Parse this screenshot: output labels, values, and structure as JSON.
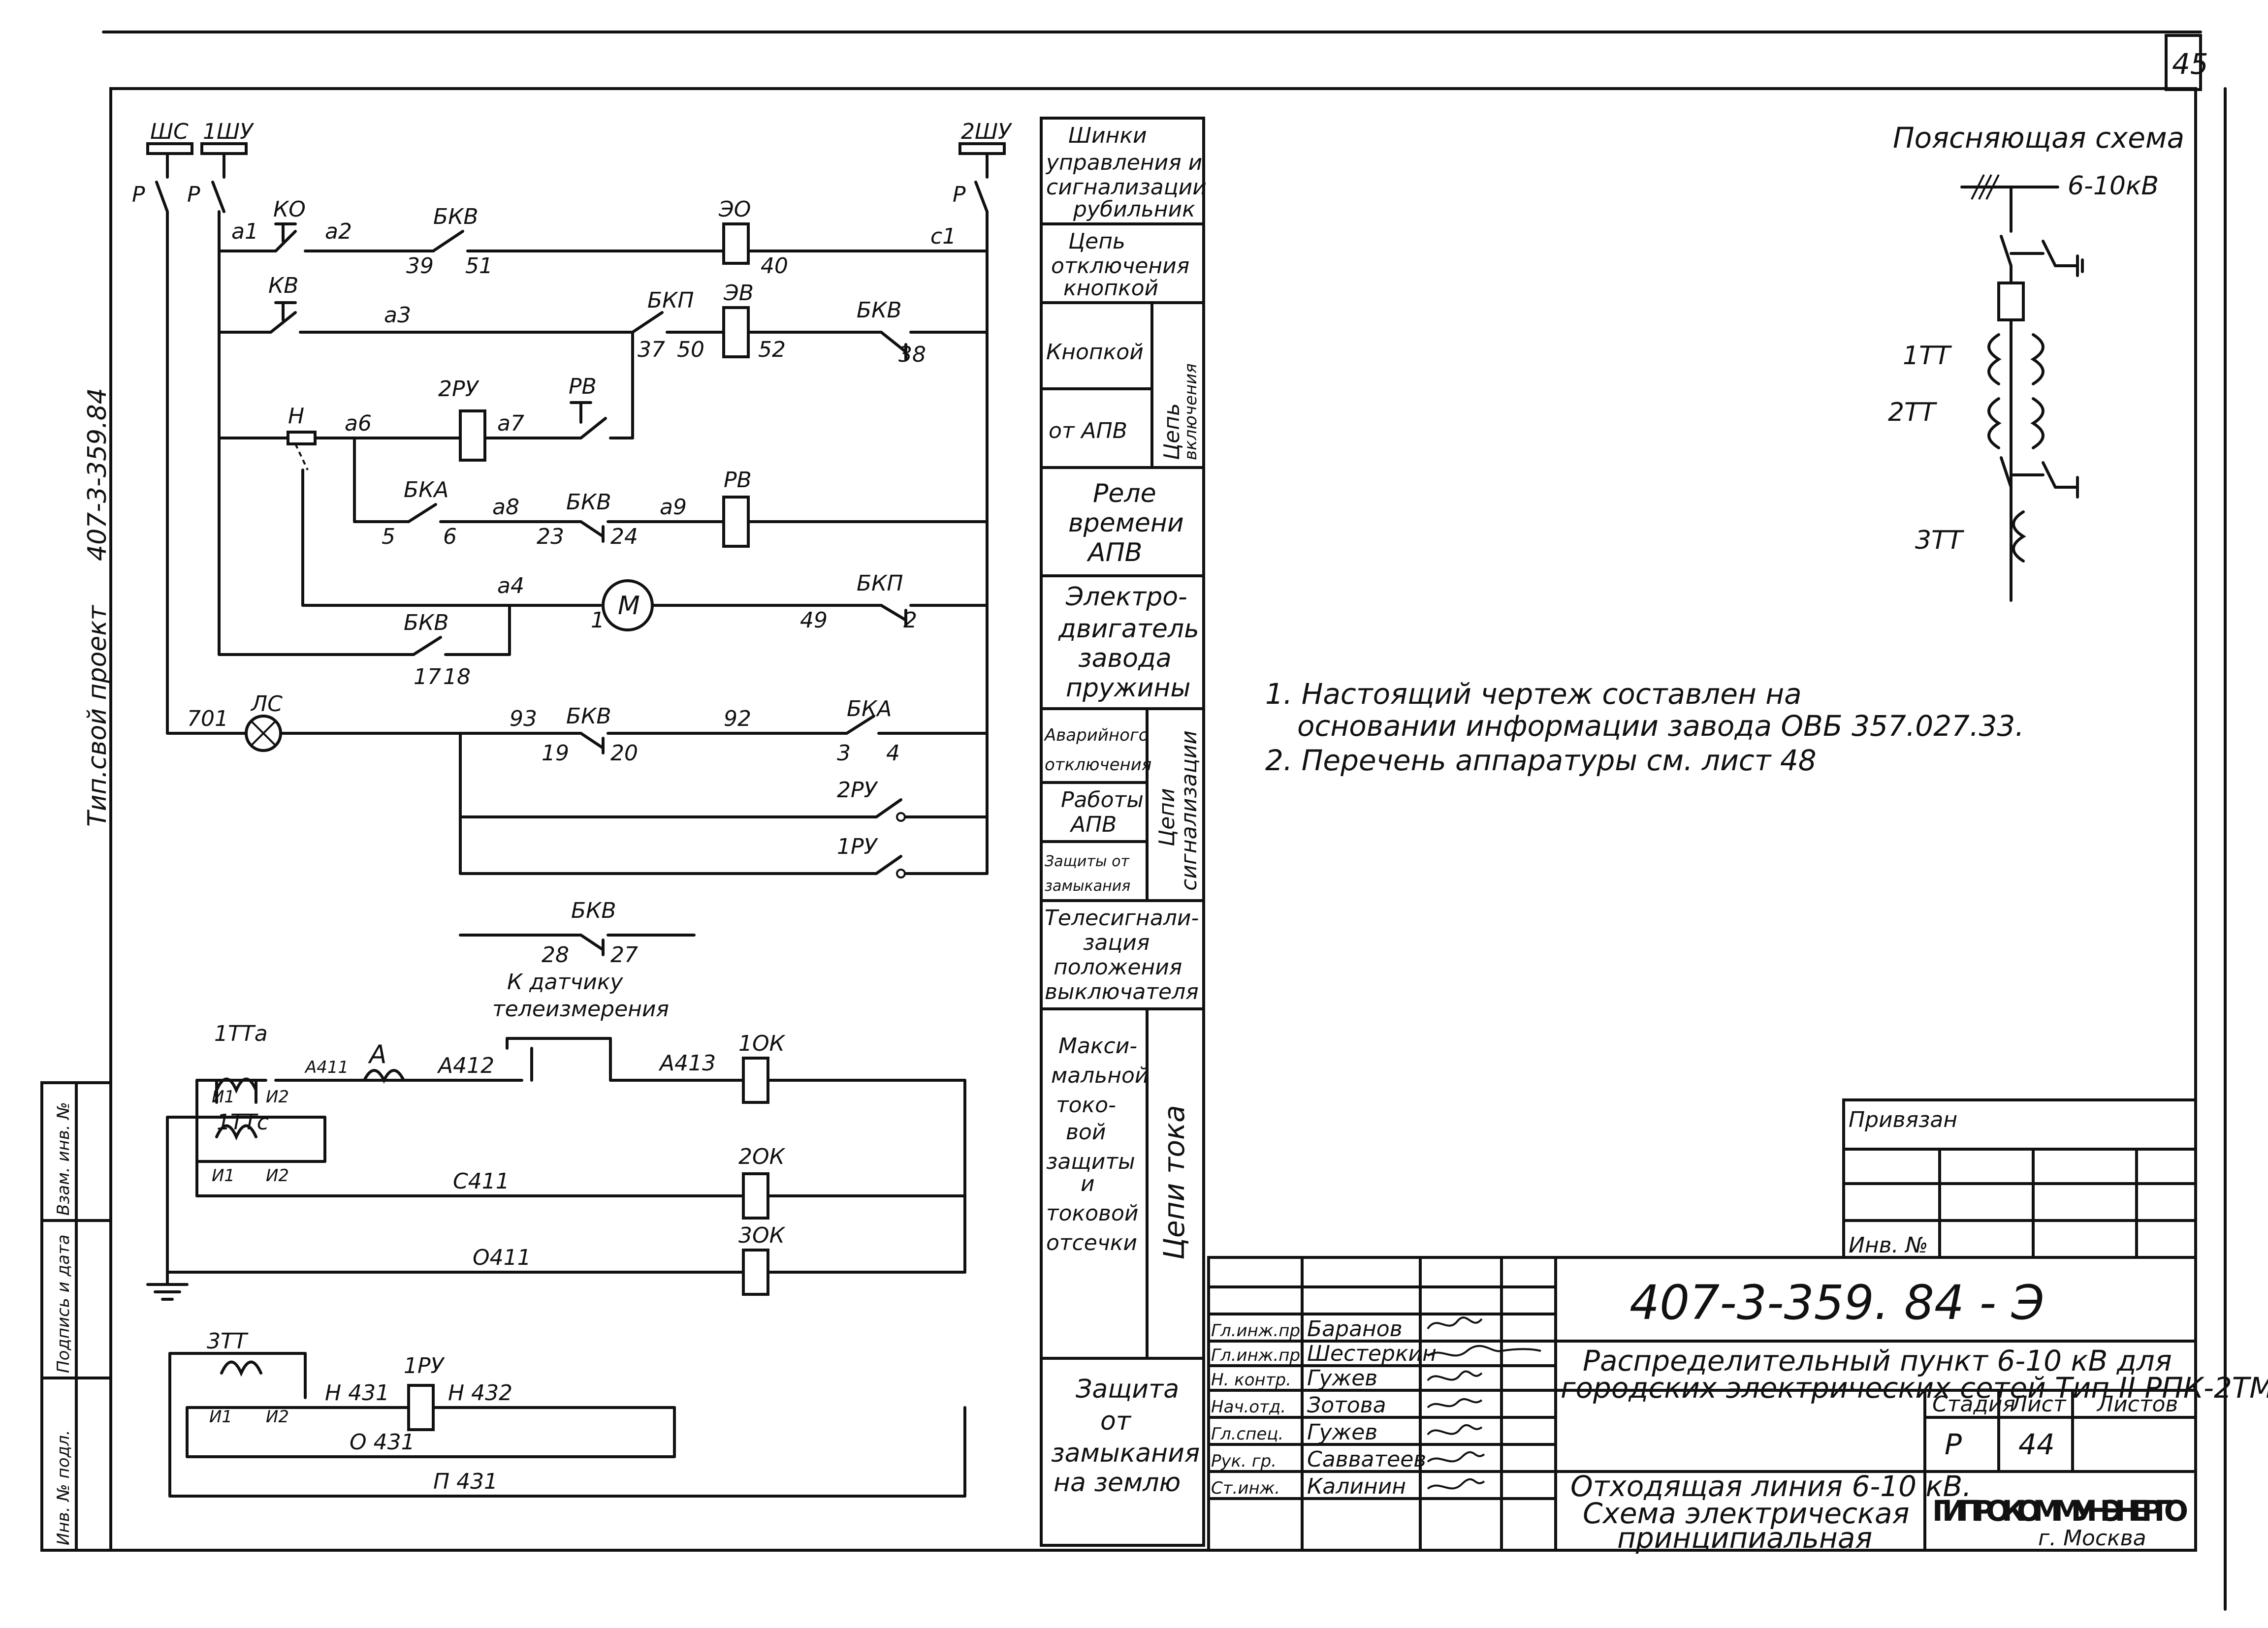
{
  "sheet_page_number": "45",
  "side_stamp": {
    "project_label": "Тип.свой проект",
    "project_code": "407-3-359.84",
    "inv_no": "Инв. № подл.",
    "signature_date": "Подпись и дата",
    "replaces_inv": "Взам. инв. №"
  },
  "buses": {
    "shs": "ШС",
    "shu1": "1ШУ",
    "shu2": "2ШУ",
    "p": "Р"
  },
  "schematic_labels": {
    "KO": "КО",
    "KV": "КВ",
    "BKV": "БКВ",
    "BKP": "БКП",
    "EO": "ЭО",
    "EV": "ЭВ",
    "RU2": "2РУ",
    "RV": "РВ",
    "BKA": "БКА",
    "H": "Н",
    "M": "М",
    "LS": "ЛС",
    "RU1": "1РУ",
    "a1": "а1",
    "a2": "а2",
    "a3": "а3",
    "a4": "а4",
    "a6": "а6",
    "a7": "а7",
    "a8": "а8",
    "a9": "а9",
    "c1": "с1",
    "n39": "39",
    "n51": "51",
    "n40": "40",
    "n37": "37",
    "n50": "50",
    "n52": "52",
    "n38": "38",
    "n5": "5",
    "n6": "6",
    "n23": "23",
    "n24": "24",
    "n1": "1",
    "n49": "49",
    "n2": "2",
    "n17": "17",
    "n18": "18",
    "n701": "701",
    "n93": "93",
    "n19": "19",
    "n20": "20",
    "n92": "92",
    "n3": "3",
    "n4": "4",
    "n28": "28",
    "n27": "27"
  },
  "current_circuit": {
    "sensor_note": "К датчику телеизмерения",
    "TTa1": "1ТТа",
    "TTc1": "1ТТс",
    "TT3": "3ТТ",
    "i1": "И1",
    "i2": "И2",
    "A": "А",
    "A411": "А411",
    "A412": "А412",
    "A413": "А413",
    "C411": "С411",
    "O411": "О411",
    "K1": "1ОК",
    "K2": "2ОК",
    "K3": "3ОК",
    "RU1": "1РУ",
    "H431": "Н 431",
    "H432": "Н 432",
    "O431": "О 431",
    "P431": "П 431"
  },
  "legend_column": {
    "row1": [
      "Шинки",
      "управления и",
      "сигнализации",
      "рубильник"
    ],
    "row2": [
      "Цепь",
      "отключения",
      "кнопкой"
    ],
    "row3a": "Кнопкой",
    "row3b": "от АПВ",
    "row3_group": [
      "Цепь",
      "включения"
    ],
    "row4": [
      "Реле",
      "времени",
      "АПВ"
    ],
    "row5": [
      "Электро-",
      "двигатель",
      "завода",
      "пружины"
    ],
    "row6a": [
      "Аварийного",
      "отключения"
    ],
    "row6b": [
      "Работы",
      "АПВ"
    ],
    "row6c": [
      "Защиты от",
      "замыкания"
    ],
    "row6_group": [
      "Цепи",
      "сигнализации"
    ],
    "row7": [
      "Телесигнали-",
      "зация",
      "положения",
      "выключателя"
    ],
    "row8": [
      "Макси-",
      "мальной",
      "токо-",
      "вой",
      "защиты",
      "и",
      "токовой",
      "отсечки"
    ],
    "row8_group": "Цепи тока",
    "row9": [
      "Защита",
      "от",
      "замыкания",
      "на землю"
    ]
  },
  "explanatory_scheme": {
    "title": "Поясняющая схема",
    "voltage": "6-10кВ",
    "tt1": "1ТТ",
    "tt2": "2ТТ",
    "tt3": "3ТТ"
  },
  "notes": [
    "1.  Настоящий чертеж составлен на",
    "основании информации завода ОВБ 357.027.33.",
    "2.  Перечень аппаратуры см. лист 48"
  ],
  "binding_block": {
    "privyazan": "Привязан",
    "inv_no": "Инв. №"
  },
  "title_block": {
    "drawing_code": "407-3-359. 84 - Э",
    "project_title_1": "Распределительный пункт 6-10 кВ для",
    "project_title_2": "городских электрических сетей Тип II РПК-2ТМ",
    "sheet_title_1": "Отходящая линия 6-10 кВ.",
    "sheet_title_2": "Схема электрическая",
    "sheet_title_3": "принципиальная",
    "stage_label": "Стадия",
    "sheet_label": "Лист",
    "sheets_label": "Листов",
    "stage_value": "Р",
    "sheet_value": "44",
    "organization": "ГИПРОКОММУНЭНЕРГО",
    "city": "г. Москва",
    "staff": [
      {
        "role": "Гл.инж.пр.",
        "name": "Баранов"
      },
      {
        "role": "Гл.инж.пр.",
        "name": "Шестеркин"
      },
      {
        "role": "Н. контр.",
        "name": "Гужев"
      },
      {
        "role": "Нач.отд.",
        "name": "Зотова"
      },
      {
        "role": "Гл.спец.",
        "name": "Гужев"
      },
      {
        "role": "Рук. гр.",
        "name": "Савватеев"
      },
      {
        "role": "Ст.инж.",
        "name": "Калинин"
      }
    ]
  }
}
